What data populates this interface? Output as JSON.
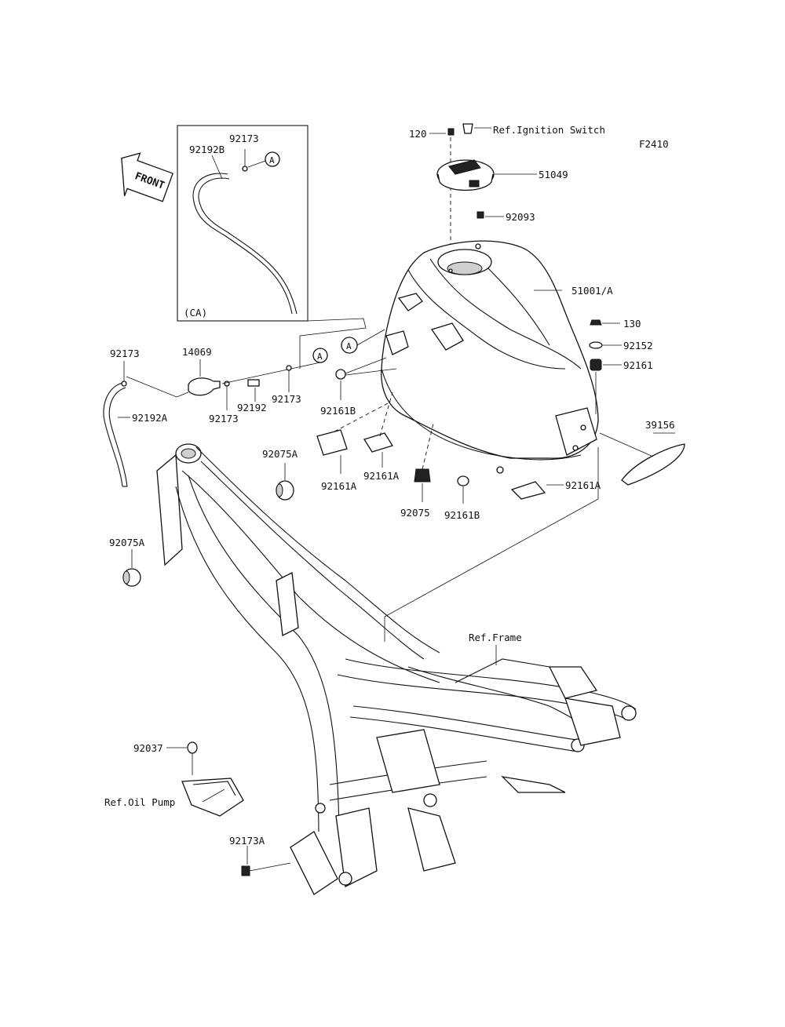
{
  "figure_code": "F2410",
  "direction_label": "FRONT",
  "inset_label": "(CA)",
  "callout_letter": "A",
  "references": {
    "ignition_switch": "Ref.Ignition Switch",
    "frame": "Ref.Frame",
    "oil_pump": "Ref.Oil Pump"
  },
  "parts": {
    "p120": "120",
    "p51049": "51049",
    "p92093": "92093",
    "p51001A": "51001/A",
    "p130": "130",
    "p92152": "92152",
    "p92161": "92161",
    "p39156": "39156",
    "p92161A_1": "92161A",
    "p92161A_2": "92161A",
    "p92161A_3": "92161A",
    "p92161B_1": "92161B",
    "p92161B_2": "92161B",
    "p92075": "92075",
    "p92075A_1": "92075A",
    "p92075A_2": "92075A",
    "p92173_inset": "92173",
    "p92192B": "92192B",
    "p92173_left": "92173",
    "p92192A": "92192A",
    "p14069": "14069",
    "p92173_mid": "92173",
    "p92192": "92192",
    "p92173_right": "92173",
    "p92037": "92037",
    "p92173A": "92173A"
  }
}
